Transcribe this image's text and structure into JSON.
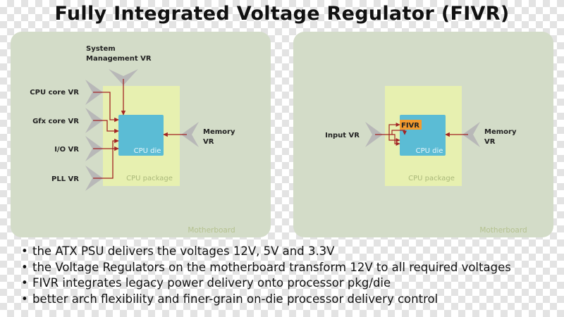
{
  "title": "Fully Integrated Voltage Regulator (FIVR)",
  "colors": {
    "motherboard": "#d3dcc8",
    "package": "#e7f0b0",
    "die": "#5bbcd5",
    "fivr": "#f29a2e",
    "arrow": "#b8b8b8",
    "wire": "#a22424",
    "label_faded": "#b5c290"
  },
  "left_diagram": {
    "motherboard_label": "Motherboard",
    "package_label": "CPU package",
    "die_label": "CPU die",
    "inputs": [
      {
        "label": "CPU core VR"
      },
      {
        "label": "Gfx core VR"
      },
      {
        "label": "I/O VR"
      },
      {
        "label": "PLL VR"
      }
    ],
    "top_input": {
      "line1": "System",
      "line2": "Management VR"
    },
    "memory": {
      "line1": "Memory",
      "line2": "VR"
    }
  },
  "right_diagram": {
    "motherboard_label": "Motherboard",
    "package_label": "CPU package",
    "die_label": "CPU die",
    "fivr_label": "FIVR",
    "input": {
      "label": "Input VR"
    },
    "memory": {
      "line1": "Memory",
      "line2": "VR"
    }
  },
  "bullets": [
    "the ATX PSU delivers the voltages 12V, 5V and 3.3V",
    "the Voltage Regulators on the motherboard transform 12V to all required voltages",
    "FIVR integrates legacy power delivery onto processor pkg/die",
    "better arch flexibility and finer-grain on-die processor delivery control"
  ]
}
